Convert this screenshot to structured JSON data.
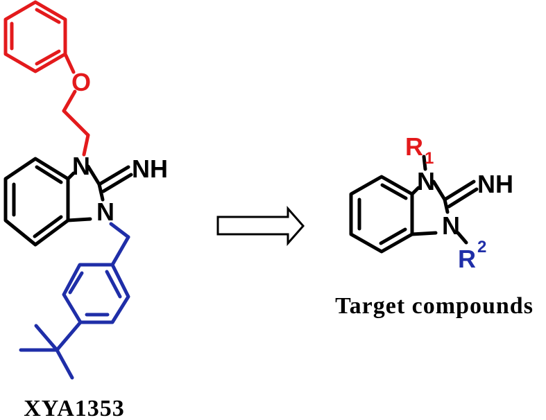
{
  "colors": {
    "black": "#000000",
    "red": "#e31a1c",
    "blue": "#1f2ea8"
  },
  "left_molecule": {
    "name": "XYA1353",
    "atom_o": "O",
    "atom_n1": "N",
    "atom_n2": "N",
    "imine": "NH"
  },
  "arrow": {
    "icon": "hollow-right-arrow-icon"
  },
  "right_molecule": {
    "caption": "Target compounds",
    "atom_n1": "N",
    "atom_n2": "N",
    "imine": "NH",
    "r1_letter": "R",
    "r1_sub": "1",
    "r2_letter": "R",
    "r2_sup": "2"
  }
}
